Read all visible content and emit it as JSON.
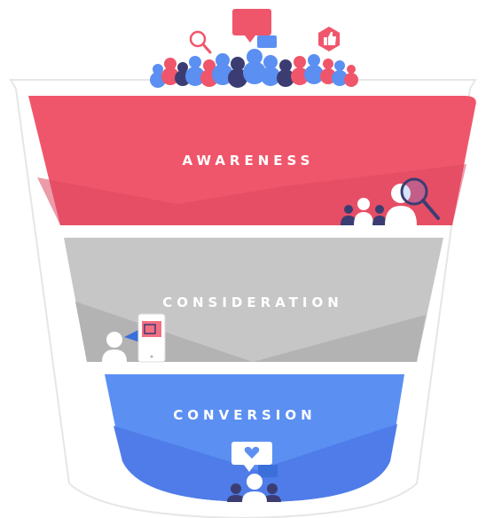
{
  "stages": [
    {
      "label": "AWARENESS",
      "color": "#f0566b",
      "icon": "audience-search-icon"
    },
    {
      "label": "CONSIDERATION",
      "color": "#c6c6c6",
      "icon": "person-phone-icon"
    },
    {
      "label": "CONVERSION",
      "color": "#5b8ff2",
      "icon": "customer-like-icon"
    }
  ],
  "top_crowd": {
    "icons": [
      "search-icon",
      "chat-bubble-icon",
      "thumbs-up-icon"
    ]
  },
  "colors": {
    "awareness": "#f0566b",
    "awareness_dark": "#dd4861",
    "consideration": "#c6c6c6",
    "consideration_dark": "#b3b3b3",
    "conversion": "#5b8ff2",
    "conversion_dark": "#4f7ce8",
    "crowd_blue": "#5b8ff2",
    "crowd_red": "#f0566b",
    "crowd_navy": "#3b3d72",
    "outline": "#e6e6e6"
  }
}
